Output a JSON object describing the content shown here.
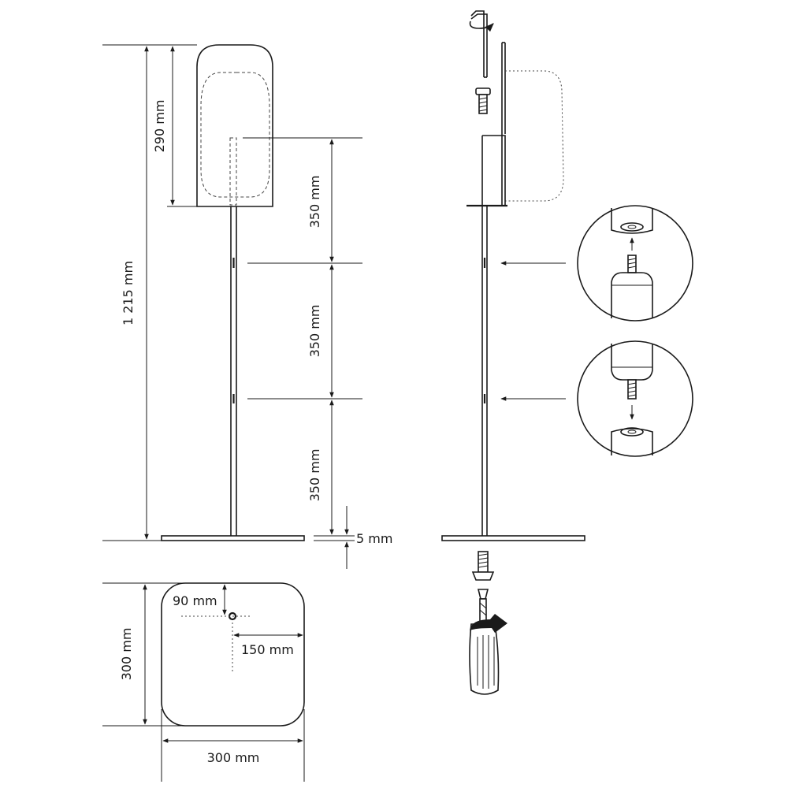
{
  "dimensions": {
    "total_height": "1 215 mm",
    "dispenser_height": "290 mm",
    "segment_1": "350 mm",
    "segment_2": "350 mm",
    "segment_3": "350 mm",
    "base_thickness": "5 mm",
    "base_offset_vertical": "90 mm",
    "base_offset_horizontal": "150 mm",
    "base_depth": "300 mm",
    "base_width": "300 mm"
  },
  "icons": {
    "allen_key": "allen-key-icon",
    "screwdriver": "screwdriver-icon",
    "bolt": "bolt-icon",
    "rotation_arrow": "rotation-arrow-icon"
  }
}
